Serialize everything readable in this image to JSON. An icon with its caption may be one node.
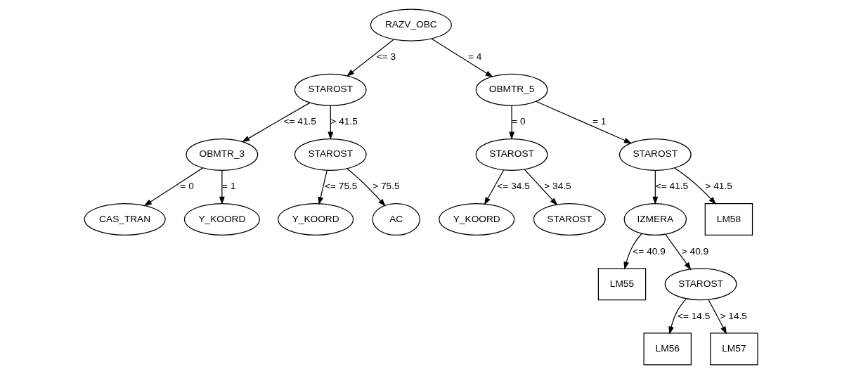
{
  "diagram": {
    "nodes": [
      {
        "text": [
          "RAZV_OBC"
        ]
      },
      {
        "text": [
          "STAROST"
        ]
      },
      {
        "text": [
          "OBMTR_5"
        ]
      },
      {
        "text": [
          "OBMTR_3"
        ]
      },
      {
        "text": [
          "STAROST"
        ]
      },
      {
        "text": [
          "STAROST"
        ]
      },
      {
        "text": [
          "STAROST"
        ]
      },
      {
        "text": [
          "CAS_TRAN"
        ]
      },
      {
        "text": [
          "Y_KOORD"
        ]
      },
      {
        "text": [
          "Y_KOORD"
        ]
      },
      {
        "text": [
          "AC"
        ]
      },
      {
        "text": [
          "Y_KOORD"
        ]
      },
      {
        "text": [
          "STAROST"
        ]
      },
      {
        "text": [
          "IZMERA"
        ]
      },
      {
        "text": [
          "LM58"
        ]
      },
      {
        "text": [
          "LM55"
        ]
      },
      {
        "text": [
          "STAROST"
        ]
      },
      {
        "text": [
          "LM56"
        ]
      },
      {
        "text": [
          "LM57"
        ]
      }
    ],
    "edges": [
      {
        "from": 0,
        "to": 1,
        "arrow": "to",
        "label": "<= 3"
      },
      {
        "from": 0,
        "to": 2,
        "arrow": "to",
        "label": "= 4"
      },
      {
        "from": 1,
        "to": 3,
        "arrow": "to",
        "label": "<= 41.5"
      },
      {
        "from": 1,
        "to": 4,
        "arrow": "to",
        "label": "> 41.5"
      },
      {
        "from": 2,
        "to": 5,
        "arrow": "to",
        "label": "= 0"
      },
      {
        "from": 2,
        "to": 6,
        "arrow": "to",
        "label": "= 1"
      },
      {
        "from": 3,
        "to": 7,
        "arrow": "to",
        "label": "= 0"
      },
      {
        "from": 3,
        "to": 8,
        "arrow": "to",
        "label": "= 1"
      },
      {
        "from": 4,
        "to": 9,
        "arrow": "to",
        "label": "<= 75.5"
      },
      {
        "from": 4,
        "to": 10,
        "arrow": "to",
        "label": "> 75.5"
      },
      {
        "from": 5,
        "to": 11,
        "arrow": "to",
        "label": "<= 34.5"
      },
      {
        "from": 5,
        "to": 12,
        "arrow": "to",
        "label": "> 34.5"
      },
      {
        "from": 6,
        "to": 13,
        "arrow": "to",
        "label": "<= 41.5"
      },
      {
        "from": 6,
        "to": 14,
        "arrow": "to",
        "label": "> 41.5"
      },
      {
        "from": 13,
        "to": 15,
        "arrow": "to",
        "label": "<= 40.9"
      },
      {
        "from": 13,
        "to": 16,
        "arrow": "to",
        "label": "> 40.9"
      },
      {
        "from": 16,
        "to": 17,
        "arrow": "to",
        "label": "<= 14.5"
      },
      {
        "from": 16,
        "to": 18,
        "arrow": "to",
        "label": "> 14.5"
      }
    ]
  }
}
